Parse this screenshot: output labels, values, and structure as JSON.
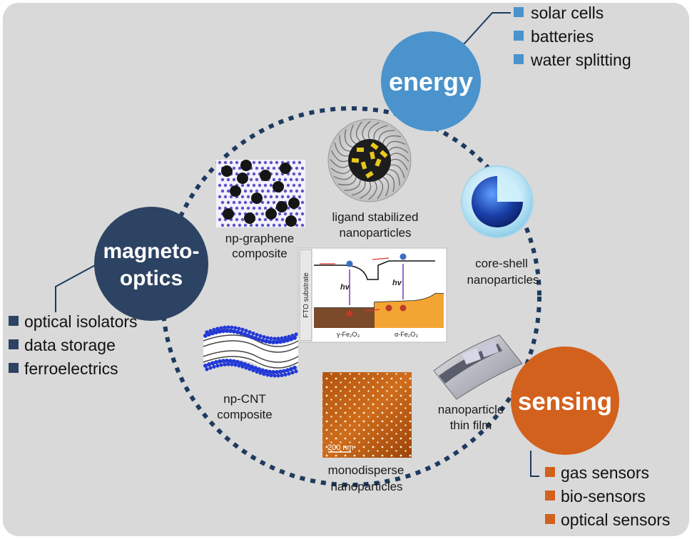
{
  "hubs": {
    "energy": {
      "label": "energy",
      "color": "#4a93cc"
    },
    "sensing": {
      "label": "sensing",
      "color": "#d2611d"
    },
    "magneto": {
      "label_line1": "magneto-",
      "label_line2": "optics",
      "color": "#2d4363"
    }
  },
  "lists": {
    "energy": [
      "solar cells",
      "batteries",
      "water splitting"
    ],
    "magneto": [
      "optical isolators",
      "data storage",
      "ferroelectrics"
    ],
    "sensing": [
      "gas sensors",
      "bio-sensors",
      "optical sensors"
    ]
  },
  "captions": {
    "graphene": [
      "np-graphene",
      "composite"
    ],
    "ligand": [
      "ligand stabilized",
      "nanoparticles"
    ],
    "coreshell": [
      "core-shell",
      "nanoparticles"
    ],
    "cnt": [
      "np-CNT",
      "composite"
    ],
    "mono": [
      "monodisperse",
      "nanoparticles"
    ],
    "thinfilm": [
      "nanoparticle",
      "thin film"
    ]
  },
  "band_diagram": {
    "substrate": "FTO substrate",
    "hv_left": "hv",
    "hv_right": "hv",
    "gamma": "γ-Fe₂O₃",
    "alpha": "α-Fe₂O₃"
  },
  "afm": {
    "scale": "200 nm"
  }
}
